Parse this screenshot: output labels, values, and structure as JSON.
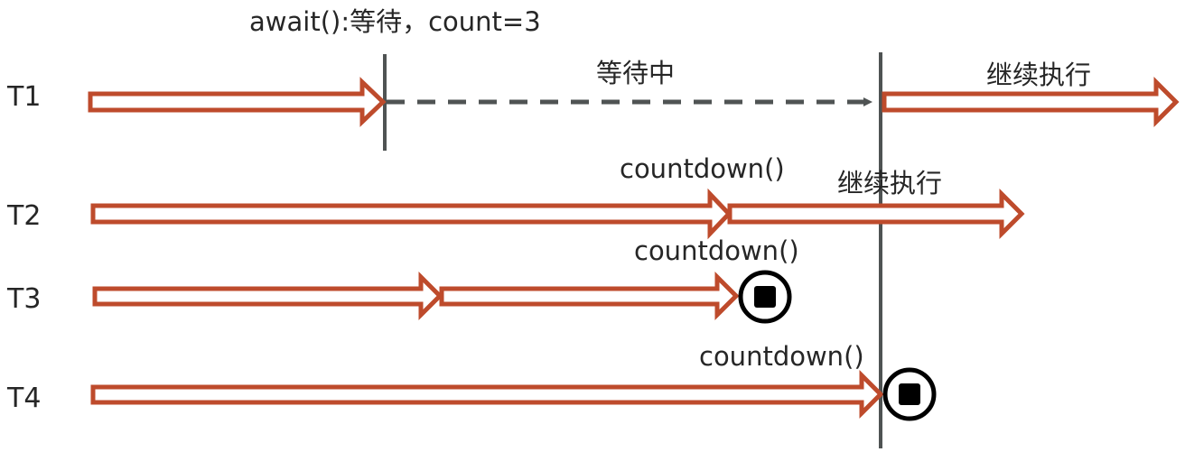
{
  "diagram": {
    "title": "await():等待，count=3",
    "colors": {
      "arrow_stroke": "#BE4B2C",
      "line": "#4F5353",
      "stop_icon": "#000000",
      "text": "#262626"
    },
    "threads": [
      {
        "id": "T1",
        "label": "T1"
      },
      {
        "id": "T2",
        "label": "T2"
      },
      {
        "id": "T3",
        "label": "T3"
      },
      {
        "id": "T4",
        "label": "T4"
      }
    ],
    "annotations": {
      "waiting": "等待中",
      "t1_continue": "继续执行",
      "t2_countdown": "countdown()",
      "t2_continue": "继续执行",
      "t3_countdown": "countdown()",
      "t4_countdown": "countdown()"
    },
    "icons": {
      "t3_end": "stop-icon",
      "t4_end": "stop-icon"
    }
  }
}
